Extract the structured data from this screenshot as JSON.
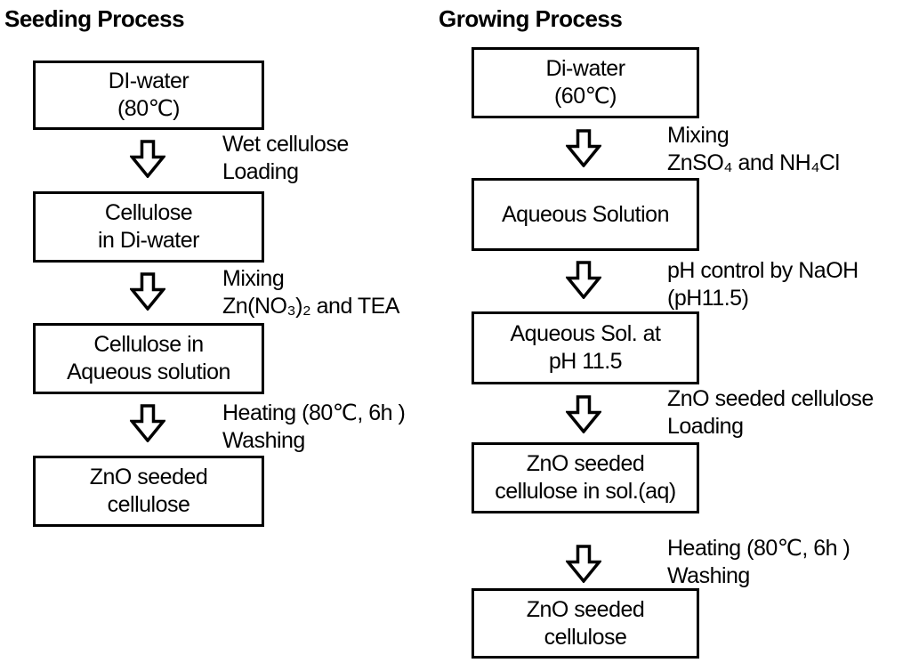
{
  "colors": {
    "background": "#ffffff",
    "text": "#000000",
    "box_border": "#000000",
    "arrow_fill": "#ffffff",
    "arrow_outline": "#000000"
  },
  "seeding": {
    "title": "Seeding Process",
    "boxes": [
      {
        "text": "DI-water\n(80℃)"
      },
      {
        "text": "Cellulose\nin Di-water"
      },
      {
        "text": "Cellulose in\nAqueous solution"
      },
      {
        "text": "ZnO seeded\ncellulose"
      }
    ],
    "steps": [
      {
        "label": "Wet cellulose\nLoading"
      },
      {
        "label": "Mixing\nZn(NO₃)₂ and TEA"
      },
      {
        "label": "Heating (80℃, 6h )\nWashing"
      }
    ]
  },
  "growing": {
    "title": "Growing Process",
    "boxes": [
      {
        "text": "Di-water\n(60℃)"
      },
      {
        "text": "Aqueous Solution"
      },
      {
        "text": "Aqueous Sol. at\npH 11.5"
      },
      {
        "text": "ZnO seeded\ncellulose in sol.(aq)"
      },
      {
        "text": "ZnO seeded\ncellulose"
      }
    ],
    "steps": [
      {
        "label": "Mixing\nZnSO₄ and NH₄Cl"
      },
      {
        "label": "pH control by NaOH\n(pH11.5)"
      },
      {
        "label": "ZnO seeded cellulose\nLoading"
      },
      {
        "label": "Heating (80℃, 6h )\nWashing"
      }
    ]
  }
}
